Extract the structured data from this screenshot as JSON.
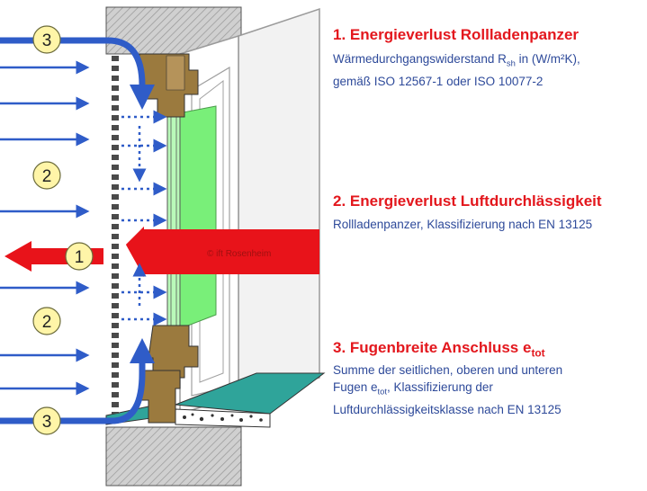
{
  "diagram": {
    "circle_labels": {
      "top": "3",
      "upper": "2",
      "middle": "1",
      "lower": "2",
      "bottom": "3"
    },
    "watermark": "© ift Rosenheim"
  },
  "sections": [
    {
      "title": "1. Energieverlust Rollladenpanzer",
      "desc_line1_pre": "Wärmedurchgangswiderstand R",
      "desc_line1_sub": "sh",
      "desc_line1_post": " in (W/m²K),",
      "desc_line2": "gemäß ISO 12567-1 oder ISO 10077-2"
    },
    {
      "title": "2. Energieverlust Luftdurchlässigkeit",
      "desc_line1": "Rollladenpanzer, Klassifizierung nach EN 13125"
    },
    {
      "title_pre": "3. Fugenbreite Anschluss e",
      "title_sub": "tot",
      "desc_line1": "Summe der seitlichen, oberen und unteren",
      "desc_line2_pre": "Fugen e",
      "desc_line2_sub": "tot",
      "desc_line2_post": ", Klassifizierung der",
      "desc_line3": "Luftdurchlässigkeitsklasse nach EN 13125"
    }
  ],
  "colors": {
    "heading": "#e3171d",
    "description": "#2e4a9a",
    "air_arrow": "#2f5cc8",
    "heat_arrow": "#e8131a",
    "glass": "#79ef79",
    "frame_wood": "#9b7a3e",
    "masonry": "#c8c8c8",
    "label_circle": "#fff5a8"
  }
}
